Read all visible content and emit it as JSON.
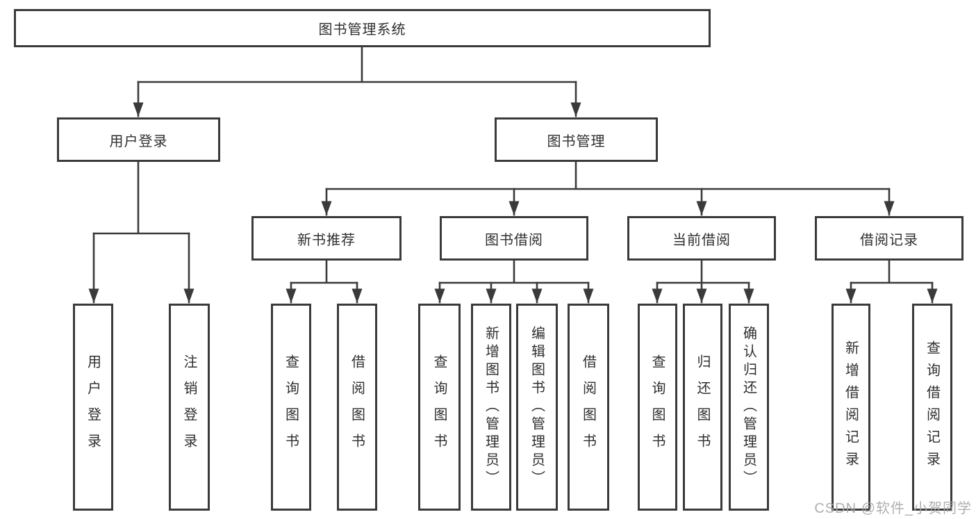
{
  "tree": {
    "root": {
      "label": "图书管理系统"
    },
    "branches": [
      {
        "label": "用户登录",
        "children": [
          {
            "label": "用户登录"
          },
          {
            "label": "注销登录"
          }
        ]
      },
      {
        "label": "图书管理",
        "children": [
          {
            "label": "新书推荐",
            "children": [
              {
                "label": "查询图书"
              },
              {
                "label": "借阅图书"
              }
            ]
          },
          {
            "label": "图书借阅",
            "children": [
              {
                "label": "查询图书"
              },
              {
                "label": "新增图书（管理员）"
              },
              {
                "label": "编辑图书（管理员）"
              },
              {
                "label": "借阅图书"
              }
            ]
          },
          {
            "label": "当前借阅",
            "children": [
              {
                "label": "查询图书"
              },
              {
                "label": "归还图书"
              },
              {
                "label": "确认归还（管理员）"
              }
            ]
          },
          {
            "label": "借阅记录",
            "children": [
              {
                "label": "新增借阅记录"
              },
              {
                "label": "查询借阅记录"
              }
            ]
          }
        ]
      }
    ]
  },
  "watermark": {
    "text": "CSDN @软件_小贺同学"
  },
  "colors": {
    "line": "#3a3a3a",
    "text": "#2f2f2f",
    "background": "#ffffff",
    "watermark": "#a8a8a8"
  }
}
